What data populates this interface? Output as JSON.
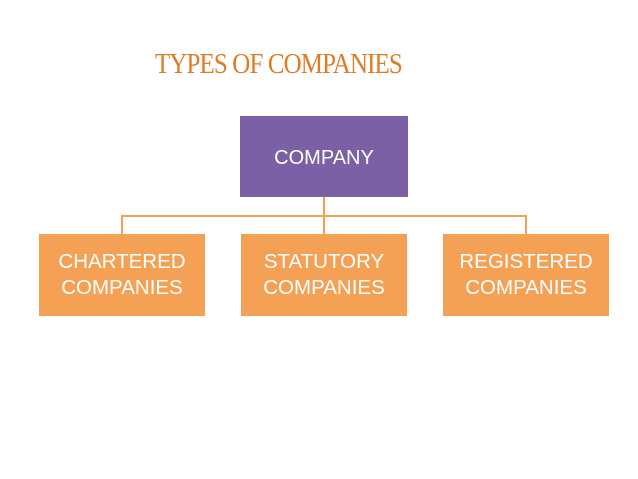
{
  "title": "TYPES OF COMPANIES",
  "colors": {
    "title": "#e07b25",
    "root_fill": "#7b60a6",
    "child_fill": "#f4a155",
    "connector": "#f4a155"
  },
  "root": {
    "label": "COMPANY"
  },
  "children": [
    {
      "label": "CHARTERED\nCOMPANIES"
    },
    {
      "label": "STATUTORY\nCOMPANIES"
    },
    {
      "label": "REGISTERED\nCOMPANIES"
    }
  ]
}
